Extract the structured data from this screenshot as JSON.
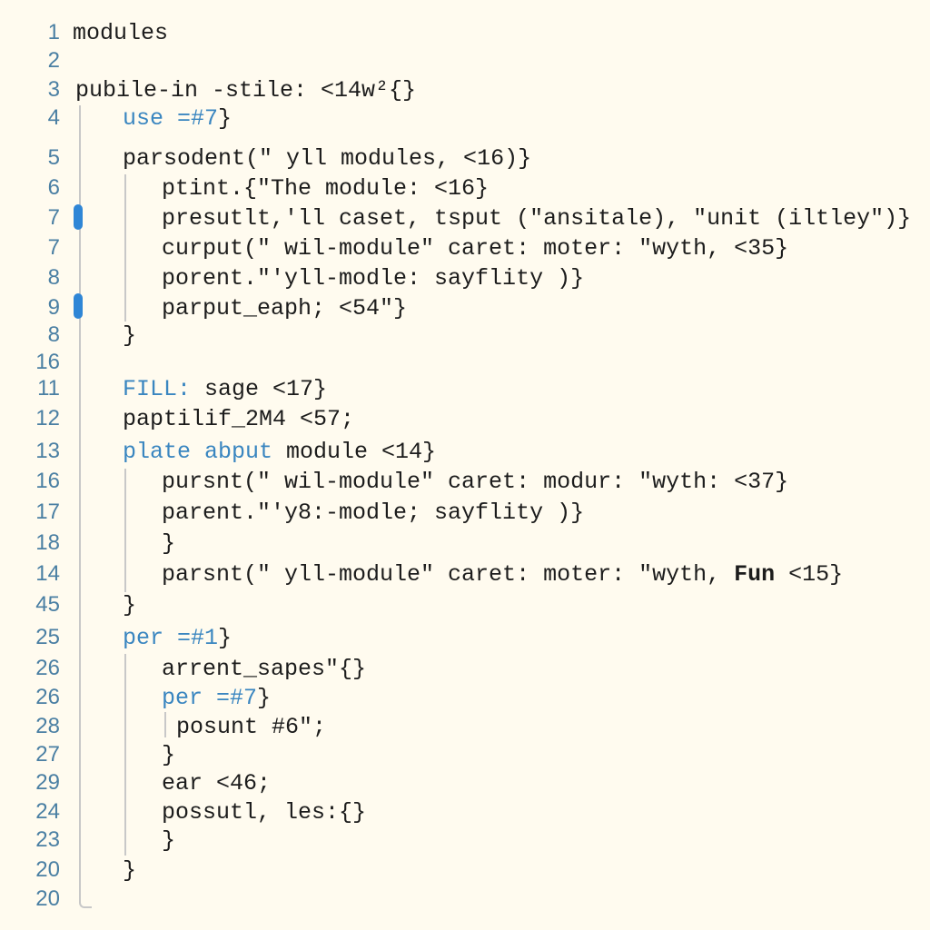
{
  "editor": {
    "background": "#fffbef",
    "keyword_color": "#3a86c0",
    "line_number_color": "#4a7fa3",
    "marker_color": "#2f86d6",
    "lines": [
      {
        "num": "1",
        "parts": [
          {
            "t": "modules"
          }
        ]
      },
      {
        "num": "2",
        "parts": []
      },
      {
        "num": "3",
        "parts": [
          {
            "t": "pubile-in -stile: <14w²{}"
          }
        ]
      },
      {
        "num": "4",
        "parts": [
          {
            "t": "use =#7",
            "kw": true
          },
          {
            "t": "}"
          }
        ]
      },
      {
        "num": "5",
        "parts": [
          {
            "t": "parsodent(\" yll modules, <16)}"
          }
        ]
      },
      {
        "num": "6",
        "parts": [
          {
            "t": "ptint.{\"The module: <16}"
          }
        ]
      },
      {
        "num": "7",
        "parts": [
          {
            "t": "presutlt,'ll caset, tsput (\"ansitale), \"unit (iltley\")}"
          }
        ],
        "marker": true
      },
      {
        "num": "7",
        "parts": [
          {
            "t": "curput(\" wil-module\" caret: moter: \"wyth, <35}"
          }
        ]
      },
      {
        "num": "8",
        "parts": [
          {
            "t": "porent.\"'yll-modle: sayflity )}"
          }
        ]
      },
      {
        "num": "9",
        "parts": [
          {
            "t": "parput_eaph; <54\"}"
          }
        ],
        "marker": true
      },
      {
        "num": "8",
        "parts": [
          {
            "t": "}"
          }
        ]
      },
      {
        "num": "16",
        "parts": []
      },
      {
        "num": "11",
        "parts": [
          {
            "t": "FILL:",
            "kw": true
          },
          {
            "t": " sage <17}"
          }
        ]
      },
      {
        "num": "12",
        "parts": [
          {
            "t": "paptilif_2M4 <57;"
          }
        ]
      },
      {
        "num": "13",
        "parts": [
          {
            "t": "plate abput",
            "kw": true
          },
          {
            "t": " module <14}"
          }
        ]
      },
      {
        "num": "16",
        "parts": [
          {
            "t": "pursnt(\" wil-module\" caret: modur: \"wyth: <37}"
          }
        ]
      },
      {
        "num": "17",
        "parts": [
          {
            "t": "parent.\"'y8:-modle; sayflity )}"
          }
        ]
      },
      {
        "num": "18",
        "parts": [
          {
            "t": "}"
          }
        ]
      },
      {
        "num": "14",
        "parts": [
          {
            "t": "parsnt(\" yll-module\" caret: moter: \"wyth, "
          },
          {
            "t": "Fun",
            "bold": true
          },
          {
            "t": " <15}"
          }
        ]
      },
      {
        "num": "45",
        "parts": [
          {
            "t": "}"
          }
        ]
      },
      {
        "num": "25",
        "parts": [
          {
            "t": "per =#1",
            "kw": true
          },
          {
            "t": "}"
          }
        ]
      },
      {
        "num": "26",
        "parts": [
          {
            "t": "arrent_sapes\"{}"
          }
        ]
      },
      {
        "num": "26",
        "parts": [
          {
            "t": "per =#7",
            "kw": true
          },
          {
            "t": "}"
          }
        ]
      },
      {
        "num": "28",
        "parts": [
          {
            "t": "posunt #6\";"
          }
        ]
      },
      {
        "num": "27",
        "parts": [
          {
            "t": "}"
          }
        ]
      },
      {
        "num": "29",
        "parts": [
          {
            "t": "ear <46;"
          }
        ]
      },
      {
        "num": "24",
        "parts": [
          {
            "t": "possutl, les:{}"
          }
        ]
      },
      {
        "num": "23",
        "parts": [
          {
            "t": "}"
          }
        ]
      },
      {
        "num": "20",
        "parts": [
          {
            "t": "}"
          }
        ]
      },
      {
        "num": "20",
        "parts": []
      }
    ]
  }
}
